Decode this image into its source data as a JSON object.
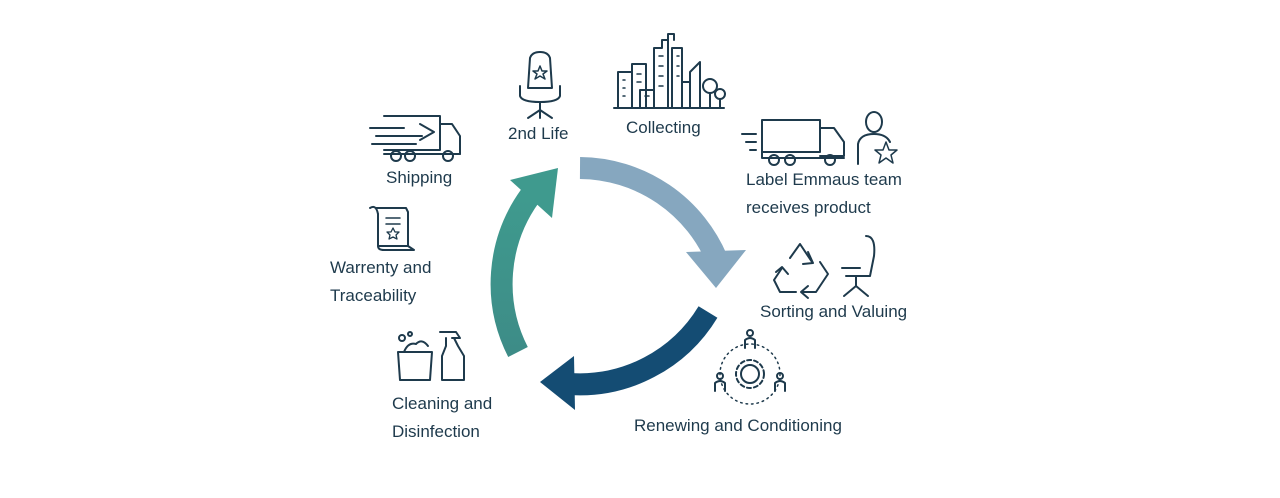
{
  "steps": {
    "second_life": "2nd Life",
    "collecting": "Collecting",
    "label_team": [
      "Label Emmaus team",
      "receives product"
    ],
    "sorting": "Sorting and Valuing",
    "renewing": "Renewing and Conditioning",
    "cleaning": [
      "Cleaning and",
      "Disinfection"
    ],
    "warranty": [
      "Warrenty and",
      "Traceability"
    ],
    "shipping": "Shipping"
  },
  "colors": {
    "arrow_light": "#86a7bf",
    "arrow_dark": "#144c73",
    "arrow_teal": "#3d8c87",
    "text": "#1e3a4c"
  },
  "icons": [
    "office-chair-star-icon",
    "city-buildings-icon",
    "delivery-truck-icon",
    "person-star-icon",
    "recycle-icon",
    "office-chair-icon",
    "team-gear-icon",
    "cleaning-bucket-icon",
    "spray-bottle-icon",
    "certificate-scroll-icon",
    "fast-truck-icon"
  ]
}
